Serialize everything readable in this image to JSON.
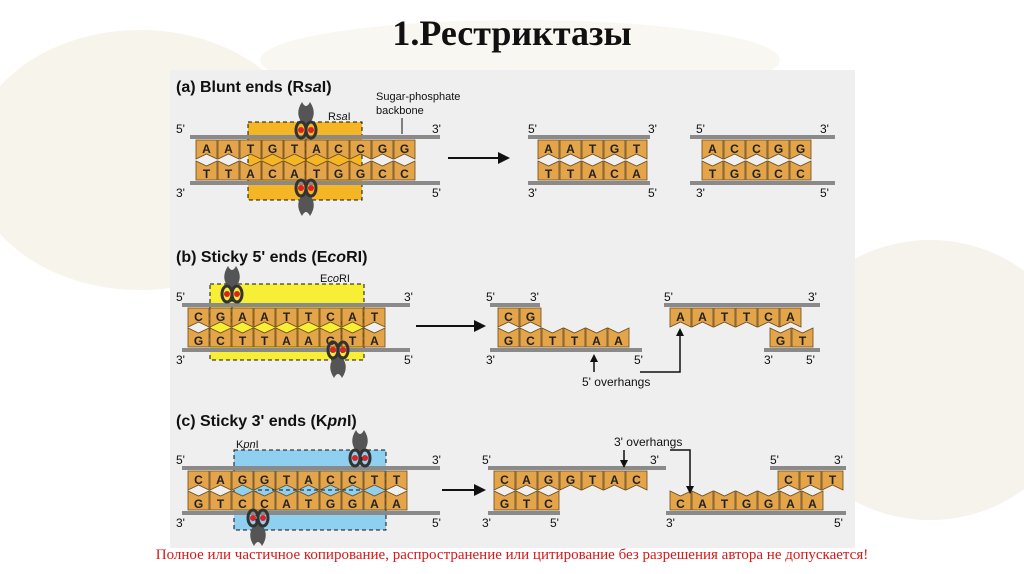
{
  "title": "1.Рестриктазы",
  "footer": "Полное или частичное копирование, распространение или цитирование без разрешения автора не допускается!",
  "colors": {
    "nucleotide": "#e3a44a",
    "backbone": "#8a8a8a",
    "blunt_site": "#f5b625",
    "sticky5_site": "#f7ee36",
    "sticky3_site": "#8fd0f0",
    "footer": "#d81818"
  },
  "panels": {
    "a": {
      "title_parts": [
        "(a) Blunt ends (R",
        "sa",
        "I)"
      ],
      "enzyme_parts": [
        "R",
        "sa",
        "I"
      ],
      "backbone_label": [
        "Sugar-phosphate",
        "backbone"
      ],
      "top_seq": [
        "A",
        "A",
        "T",
        "G",
        "T",
        "A",
        "C",
        "C",
        "G",
        "G"
      ],
      "bottom_seq": [
        "T",
        "T",
        "A",
        "C",
        "A",
        "T",
        "G",
        "G",
        "C",
        "C"
      ],
      "left_top": [
        "A",
        "A",
        "T",
        "G",
        "T"
      ],
      "left_bottom": [
        "T",
        "T",
        "A",
        "C",
        "A"
      ],
      "right_top": [
        "A",
        "C",
        "C",
        "G",
        "G"
      ],
      "right_bottom": [
        "T",
        "G",
        "G",
        "C",
        "C"
      ]
    },
    "b": {
      "title_parts": [
        "(b) Sticky 5' ends (E",
        "co",
        "RI)"
      ],
      "enzyme_parts": [
        "E",
        "co",
        "RI"
      ],
      "top_seq": [
        "C",
        "G",
        "A",
        "A",
        "T",
        "T",
        "C",
        "A",
        "T"
      ],
      "bottom_seq": [
        "G",
        "C",
        "T",
        "T",
        "A",
        "A",
        "G",
        "T",
        "A"
      ],
      "left_top": [
        "C",
        "G"
      ],
      "left_bottom": [
        "G",
        "C",
        "T",
        "T",
        "A",
        "A"
      ],
      "right_top": [
        "A",
        "A",
        "T",
        "T",
        "C",
        "A"
      ],
      "right_bottom": [
        "G",
        "T"
      ],
      "overhang_label": "5' overhangs"
    },
    "c": {
      "title_parts": [
        "(c) Sticky 3' ends (K",
        "pn",
        "I)"
      ],
      "enzyme_parts": [
        "K",
        "pn",
        "I"
      ],
      "top_seq": [
        "C",
        "A",
        "G",
        "G",
        "T",
        "A",
        "C",
        "C",
        "T",
        "T"
      ],
      "bottom_seq": [
        "G",
        "T",
        "C",
        "C",
        "A",
        "T",
        "G",
        "G",
        "A",
        "A"
      ],
      "left_top": [
        "C",
        "A",
        "G",
        "G",
        "T",
        "A",
        "C"
      ],
      "left_bottom": [
        "G",
        "T",
        "C"
      ],
      "right_top": [
        "C",
        "T",
        "T"
      ],
      "right_bottom": [
        "C",
        "A",
        "T",
        "G",
        "G",
        "A",
        "A"
      ],
      "overhang_label": "3' overhangs"
    }
  },
  "end_labels": {
    "five": "5'",
    "three": "3'"
  }
}
